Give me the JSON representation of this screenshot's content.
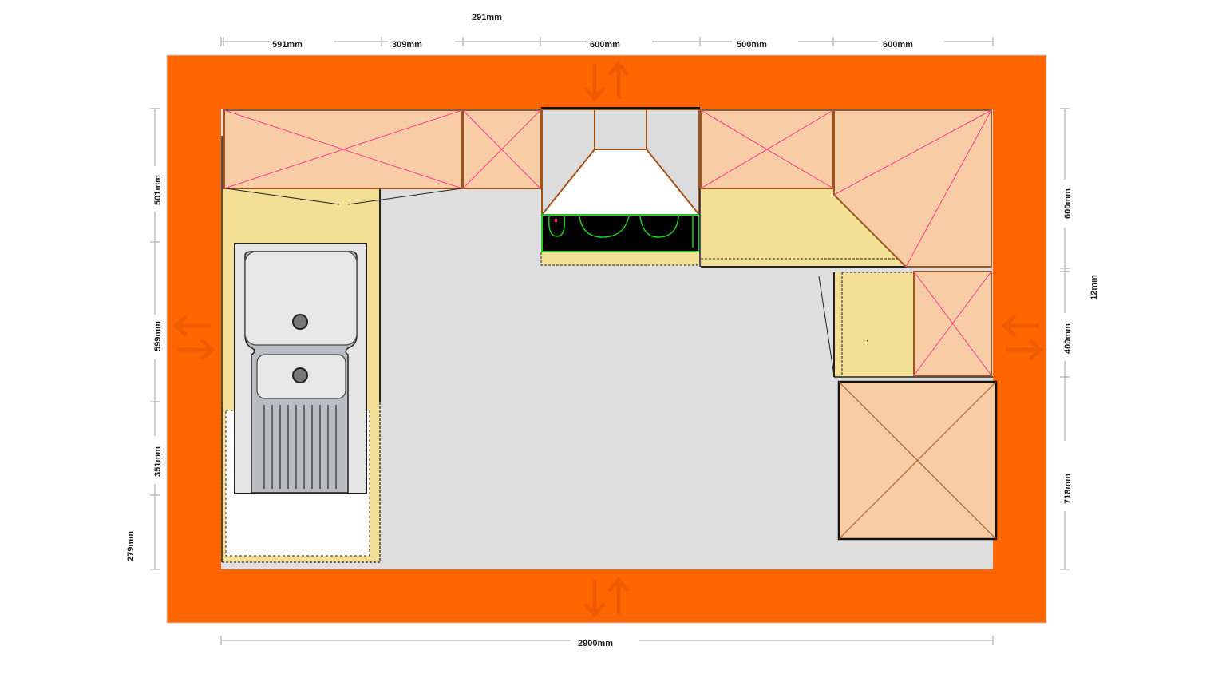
{
  "colors": {
    "wall": "#ff6600",
    "floor": "#dedede",
    "cabinet": "#f8cda6",
    "cabinet_stroke": "#a0541d",
    "counter": "#f3df96",
    "cross_pink": "#ff3b8a",
    "hob_ring": "#22cc22"
  },
  "dimensions": {
    "top_overall": "291mm",
    "top_segments": [
      "591mm",
      "309mm",
      "600mm",
      "500mm",
      "600mm"
    ],
    "bottom_total": "2900mm",
    "left_segments": [
      "501mm",
      "599mm",
      "351mm"
    ],
    "left_outer": "279mm",
    "right_segments": [
      "600mm",
      "400mm",
      "718mm"
    ],
    "right_outer": "12mm"
  },
  "icons": {
    "door_top": "door-arrows-icon",
    "door_bottom": "door-arrows-icon",
    "window_left": "window-arrows-icon",
    "window_right": "window-arrows-icon"
  }
}
